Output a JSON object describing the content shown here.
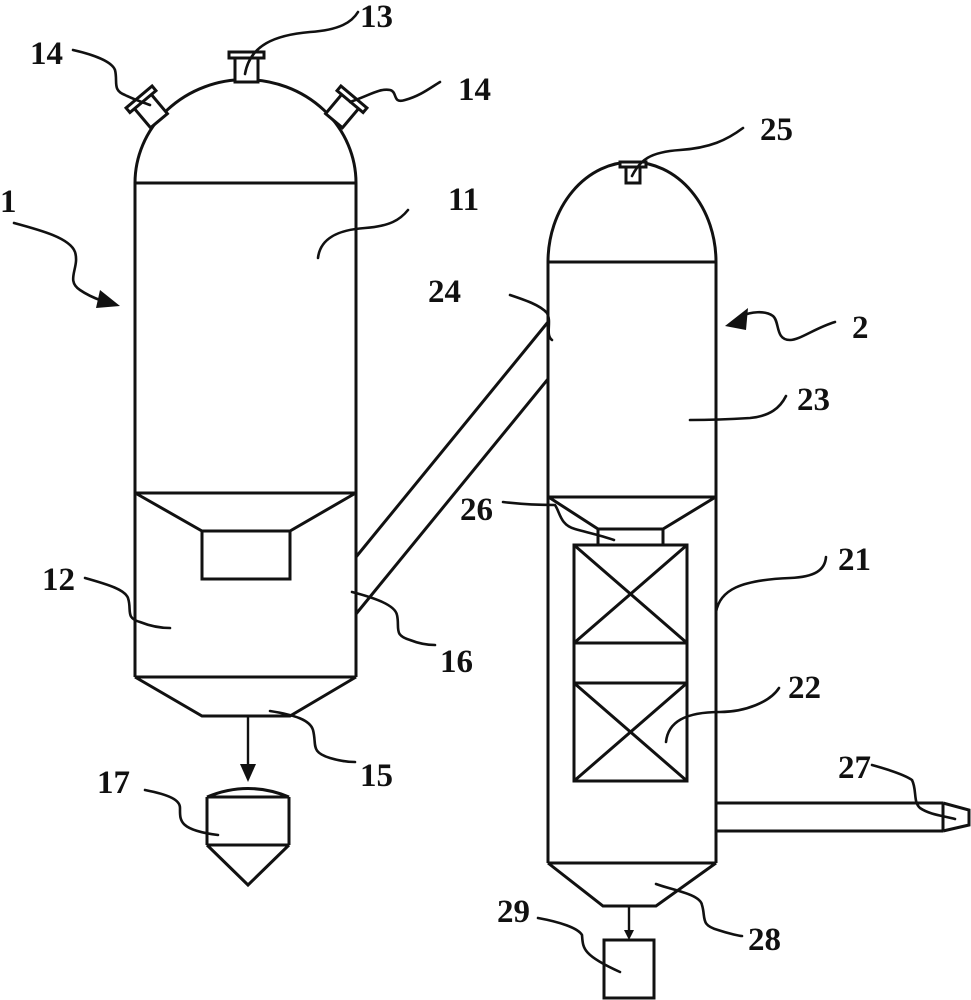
{
  "diagram": {
    "type": "patent-drawing",
    "description": "Two-vessel process apparatus: vessel 1 (upper chamber 11, lower chamber 12 with funnel, cone bottom 15 discharging to collector 17) connected by inclined pipe 16/24 to vessel 2 (shell 21, upper space 23, packed beds 22, distributor 26, top nozzle 25, side outlet pipe 27, cone bottom 28 discharging to collector 29).",
    "colors": {
      "line": "#111111",
      "background": "#ffffff"
    },
    "labels": {
      "vessel_1": "1",
      "upper_chamber_1": "11",
      "lower_chamber_1": "12",
      "top_nozzle_1": "13",
      "side_nozzle_left": "14",
      "side_nozzle_right": "14",
      "cone_bottom_1": "15",
      "connecting_pipe_outlet": "16",
      "collector_1": "17",
      "vessel_2": "2",
      "shell_2": "21",
      "packed_bed": "22",
      "upper_space_2": "23",
      "connecting_pipe_inlet": "24",
      "top_nozzle_2": "25",
      "distributor": "26",
      "side_outlet_pipe": "27",
      "cone_bottom_2": "28",
      "collector_2": "29"
    }
  }
}
